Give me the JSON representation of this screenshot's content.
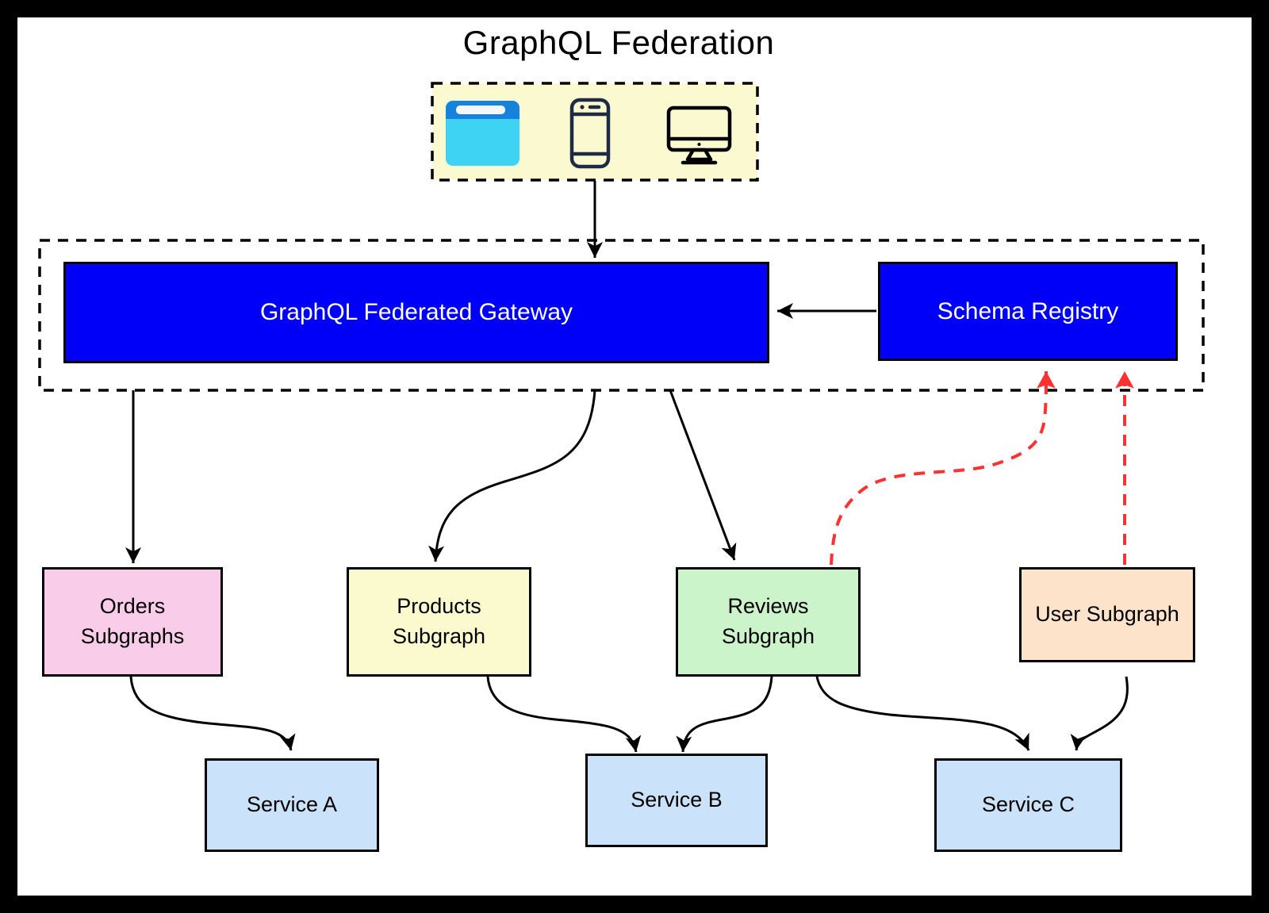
{
  "title": "GraphQL Federation",
  "colors": {
    "node_blue": "#0000FA",
    "clients_bg": "#FBF9D0",
    "orders_bg": "#F9CCE9",
    "products_bg": "#FBF9CE",
    "reviews_bg": "#CCF4CA",
    "user_bg": "#FDE3C9",
    "service_bg": "#CBE3FA",
    "edge_black": "#000000",
    "edge_red": "#FF3131",
    "browser_header_blue": "#1583DB",
    "browser_body_cyan": "#3ED3F2"
  },
  "clients": {
    "icons": [
      "browser-icon",
      "mobile-icon",
      "desktop-icon"
    ]
  },
  "federation": {
    "gateway_label": "GraphQL Federated Gateway",
    "registry_label": "Schema Registry"
  },
  "subgraphs": [
    {
      "label": "Orders\nSubgraphs"
    },
    {
      "label": "Products\nSubgraph"
    },
    {
      "label": "Reviews\nSubgraph"
    },
    {
      "label": "User Subgraph"
    }
  ],
  "services": [
    {
      "label": "Service A"
    },
    {
      "label": "Service B"
    },
    {
      "label": "Service C"
    }
  ]
}
